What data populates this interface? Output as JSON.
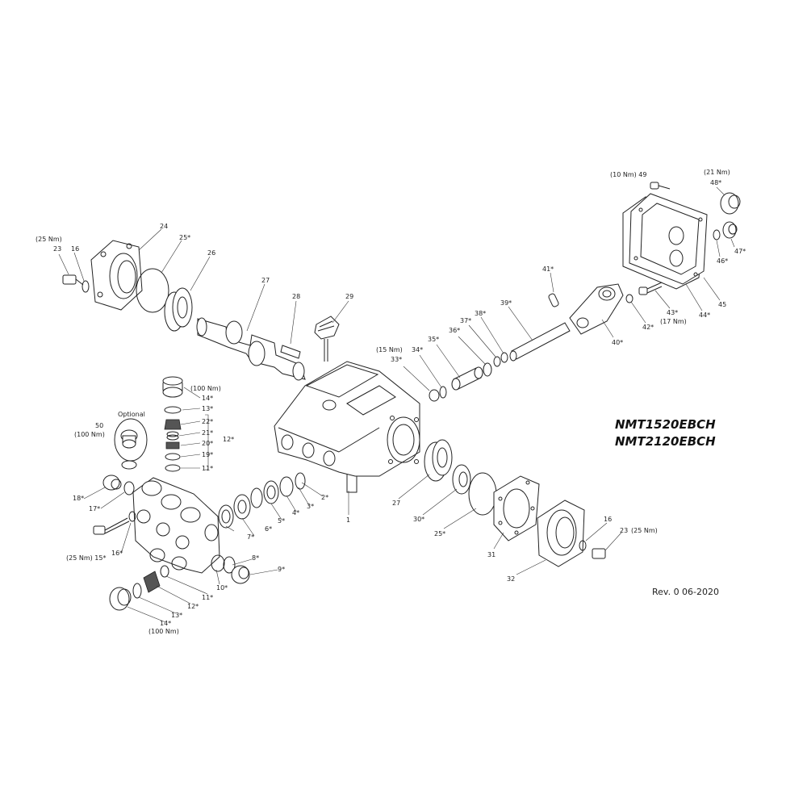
{
  "drawing": {
    "model_line1": "NMT1520EBCH",
    "model_line2": "NMT2120EBCH",
    "revision": "Rev. 0  06-2020"
  },
  "labels": [
    {
      "text": "(25 Nm)"
    },
    {
      "text": "23"
    },
    {
      "text": "16"
    },
    {
      "text": "24"
    },
    {
      "text": "25*"
    },
    {
      "text": "26"
    },
    {
      "text": "27"
    },
    {
      "text": "28"
    },
    {
      "text": "29"
    },
    {
      "text": "(100 Nm)"
    },
    {
      "text": "14*"
    },
    {
      "text": "13*"
    },
    {
      "text": "22*"
    },
    {
      "text": "21*"
    },
    {
      "text": "20*"
    },
    {
      "text": "19*"
    },
    {
      "text": "11*"
    },
    {
      "text": "12*"
    },
    {
      "text": "Optional"
    },
    {
      "text": "50"
    },
    {
      "text": "(100 Nm)"
    },
    {
      "text": "18*"
    },
    {
      "text": "17*"
    },
    {
      "text": "(25 Nm) 15*"
    },
    {
      "text": "16*"
    },
    {
      "text": "7*"
    },
    {
      "text": "6*"
    },
    {
      "text": "5*"
    },
    {
      "text": "4*"
    },
    {
      "text": "3*"
    },
    {
      "text": "2*"
    },
    {
      "text": "1"
    },
    {
      "text": "8*"
    },
    {
      "text": "9*"
    },
    {
      "text": "10*"
    },
    {
      "text": "11*"
    },
    {
      "text": "12*"
    },
    {
      "text": "13*"
    },
    {
      "text": "14*"
    },
    {
      "text": "(100 Nm)"
    },
    {
      "text": "(15 Nm)"
    },
    {
      "text": "33*"
    },
    {
      "text": "34*"
    },
    {
      "text": "35*"
    },
    {
      "text": "36*"
    },
    {
      "text": "37*"
    },
    {
      "text": "38*"
    },
    {
      "text": "39*"
    },
    {
      "text": "41*"
    },
    {
      "text": "40*"
    },
    {
      "text": "(10 Nm) 49"
    },
    {
      "text": "(21 Nm)"
    },
    {
      "text": "48*"
    },
    {
      "text": "47*"
    },
    {
      "text": "46*"
    },
    {
      "text": "45"
    },
    {
      "text": "44*"
    },
    {
      "text": "43*"
    },
    {
      "text": "(17 Nm)"
    },
    {
      "text": "42*"
    },
    {
      "text": "27"
    },
    {
      "text": "30*"
    },
    {
      "text": "25*"
    },
    {
      "text": "31"
    },
    {
      "text": "32"
    },
    {
      "text": "16"
    },
    {
      "text": "23"
    },
    {
      "text": "(25 Nm)"
    }
  ]
}
